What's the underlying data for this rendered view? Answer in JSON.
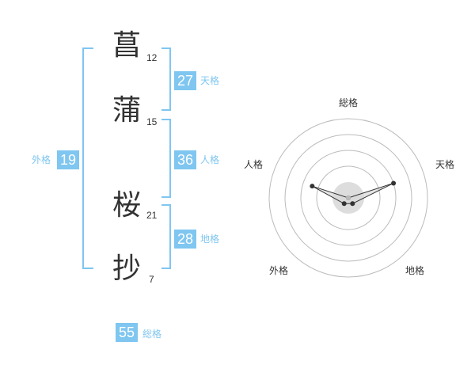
{
  "name": {
    "characters": [
      {
        "char": "菖",
        "strokes": "12"
      },
      {
        "char": "蒲",
        "strokes": "15"
      },
      {
        "char": "桜",
        "strokes": "21"
      },
      {
        "char": "抄",
        "strokes": "7"
      }
    ]
  },
  "scores": {
    "tenkaku": {
      "value": "27",
      "label": "天格"
    },
    "jinkaku": {
      "value": "36",
      "label": "人格"
    },
    "chikaku": {
      "value": "28",
      "label": "地格"
    },
    "gaikaku": {
      "value": "19",
      "label": "外格"
    },
    "soukaku": {
      "value": "55",
      "label": "総格"
    }
  },
  "radar": {
    "labels": [
      "総格",
      "天格",
      "地格",
      "外格",
      "人格"
    ],
    "levels": [
      0.0,
      1.0,
      0.15,
      0.15,
      0.8
    ],
    "colors": {
      "rings": "#bbbbbb",
      "fill": "#d9d9d9",
      "line": "#333333",
      "point": "#333333",
      "center": "#dddddd"
    }
  }
}
